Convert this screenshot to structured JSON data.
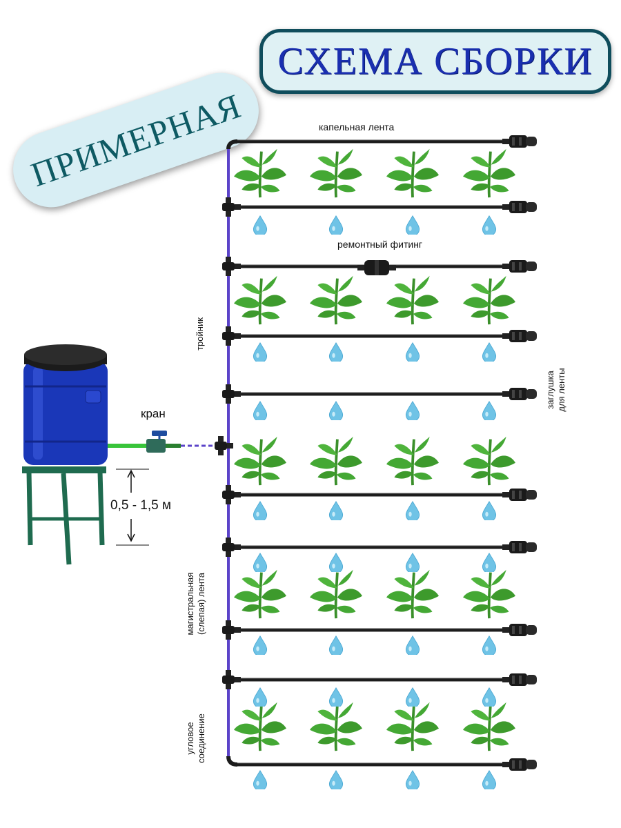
{
  "banners": {
    "title": "СХЕМА  СБОРКИ",
    "subtitle": "ПРИМЕРНАЯ"
  },
  "labels": {
    "drip_tape": "капельная лента",
    "repair_fitting": "ремонтный фитинг",
    "tee": "тройник",
    "end_plug_line1": "заглушка",
    "end_plug_line2": "для ленты",
    "valve": "кран",
    "height": "0,5 - 1,5  м",
    "main_line1": "магистральная",
    "main_line2": "(слепая) лента",
    "corner_line1": "угловое",
    "corner_line2": "соединение"
  },
  "icons": {
    "tank": "water-barrel-icon",
    "stand": "tank-stand-icon",
    "valve": "valve-icon",
    "plant": "seedling-icon",
    "drop": "water-drop-icon",
    "plug": "end-plug-icon",
    "tee": "tee-connector-icon",
    "repair": "repair-fitting-icon"
  },
  "colors": {
    "pipe": "#1c1c1c",
    "main_line": "#5b43c9",
    "leaf": "#3d9a2c",
    "drop": "#6fc3e6",
    "tank": "#1a37b8",
    "stand": "#1f6b4f",
    "title_text": "#1a2fb0",
    "subtitle_text": "#0e5a63"
  }
}
